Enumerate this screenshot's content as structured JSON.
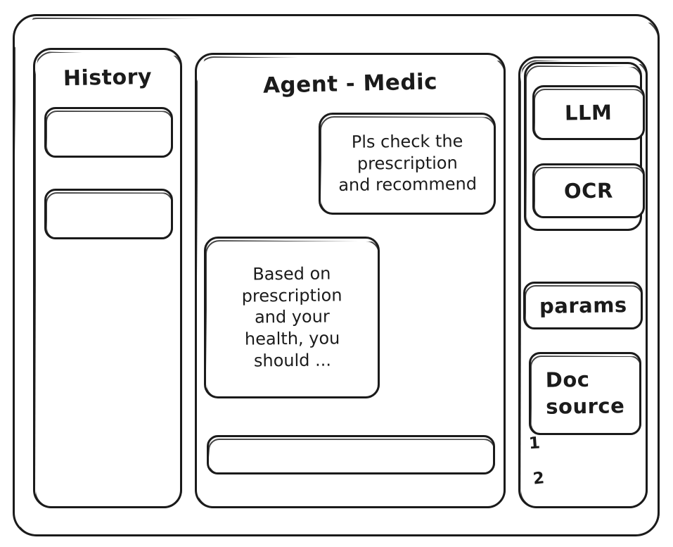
{
  "window": {
    "name": "agent-wireframe-window"
  },
  "history_panel": {
    "title": "History",
    "items": [
      {
        "label": ""
      },
      {
        "label": ""
      }
    ]
  },
  "chat_panel": {
    "title": "Agent - Medic",
    "messages": [
      {
        "role": "user",
        "text": "Pls check the\nprescription\nand recommend"
      },
      {
        "role": "agent",
        "text": "Based on\nprescription\nand your\nhealth, you\nshould ..."
      }
    ],
    "input": {
      "value": "",
      "placeholder": ""
    }
  },
  "tools_panel": {
    "models": [
      {
        "label": "LLM"
      },
      {
        "label": "OCR"
      }
    ],
    "params": {
      "label": "params"
    },
    "doc_source": {
      "label": "Doc\nsource",
      "items": [
        "1",
        "2"
      ]
    }
  },
  "colors": {
    "stroke": "#1b1b1b",
    "background": "#ffffff"
  }
}
